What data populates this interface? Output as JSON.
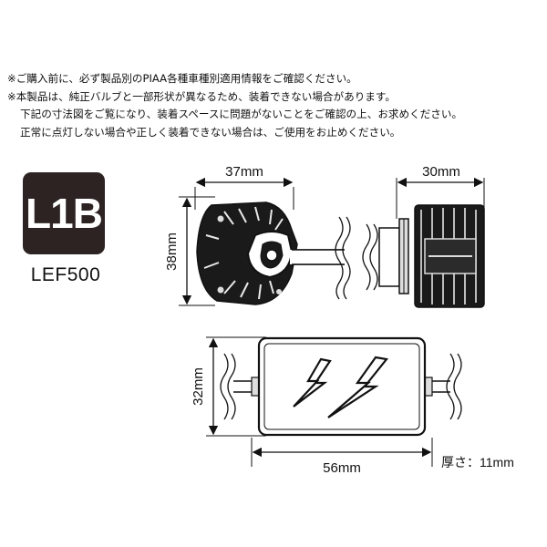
{
  "notes": [
    "※ご購入前に、必ず製品別のPIAA各種車種別適用情報をご確認ください。",
    "※本製品は、純正バルブと一部形状が異なるため、装着できない場合があります。",
    "下記の寸法図をご覧になり、装着スペースに問題がないことをご確認の上、お求めください。",
    "正常に点灯しない場合や正しく装着できない場合は、ご使用をお止めください。"
  ],
  "badge": {
    "label": "L1B"
  },
  "model": "LEF500",
  "dimensions": {
    "front_width": "37mm",
    "front_height": "38mm",
    "side_depth": "30mm",
    "box_height": "32mm",
    "box_width": "56mm",
    "thickness": "厚さ：11mm"
  },
  "colors": {
    "badge_bg": "#2d2322",
    "line": "#111111",
    "fill_dark": "#1a1a1a"
  }
}
